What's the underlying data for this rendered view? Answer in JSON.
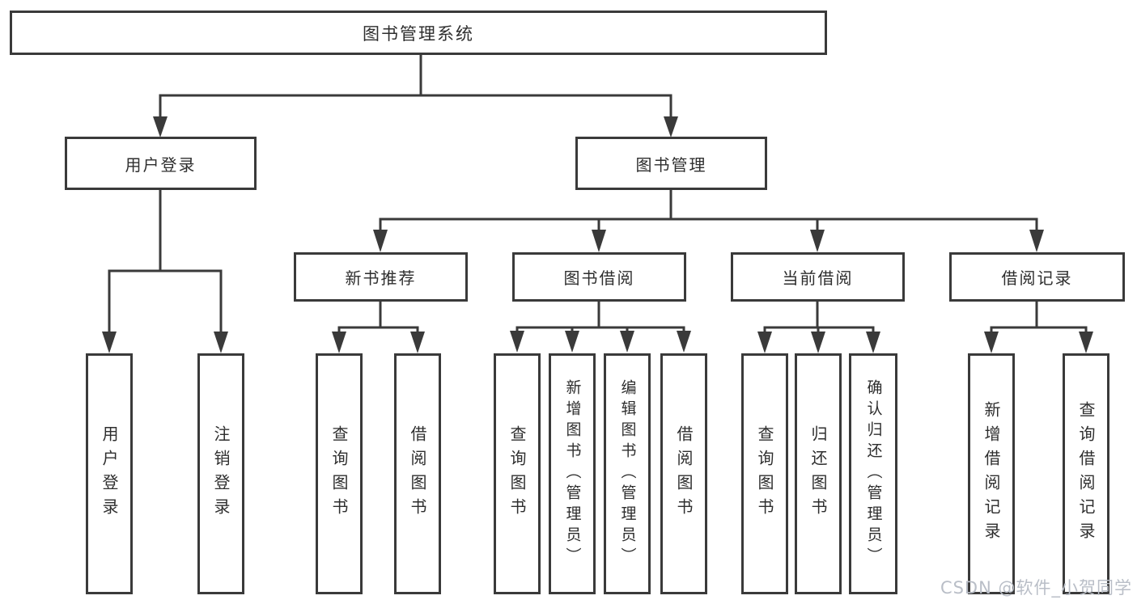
{
  "colors": {
    "line": "#3a3a3a",
    "box_border": "#3a3a3a",
    "text": "#2e2e2e",
    "background": "#ffffff",
    "watermark": "#b9bec7"
  },
  "watermark": "CSDN @软件_小贺同学",
  "tree": {
    "label": "图书管理系统",
    "children": [
      {
        "label": "用户登录",
        "children": [
          {
            "label": "用户登录"
          },
          {
            "label": "注销登录"
          }
        ]
      },
      {
        "label": "图书管理",
        "children": [
          {
            "label": "新书推荐",
            "children": [
              {
                "label": "查询图书"
              },
              {
                "label": "借阅图书"
              }
            ]
          },
          {
            "label": "图书借阅",
            "children": [
              {
                "label": "查询图书"
              },
              {
                "label": "新增图书（管理员）"
              },
              {
                "label": "编辑图书（管理员）"
              },
              {
                "label": "借阅图书"
              }
            ]
          },
          {
            "label": "当前借阅",
            "children": [
              {
                "label": "查询图书"
              },
              {
                "label": "归还图书"
              },
              {
                "label": "确认归还（管理员）"
              }
            ]
          },
          {
            "label": "借阅记录",
            "children": [
              {
                "label": "新增借阅记录"
              },
              {
                "label": "查询借阅记录"
              }
            ]
          }
        ]
      }
    ]
  }
}
